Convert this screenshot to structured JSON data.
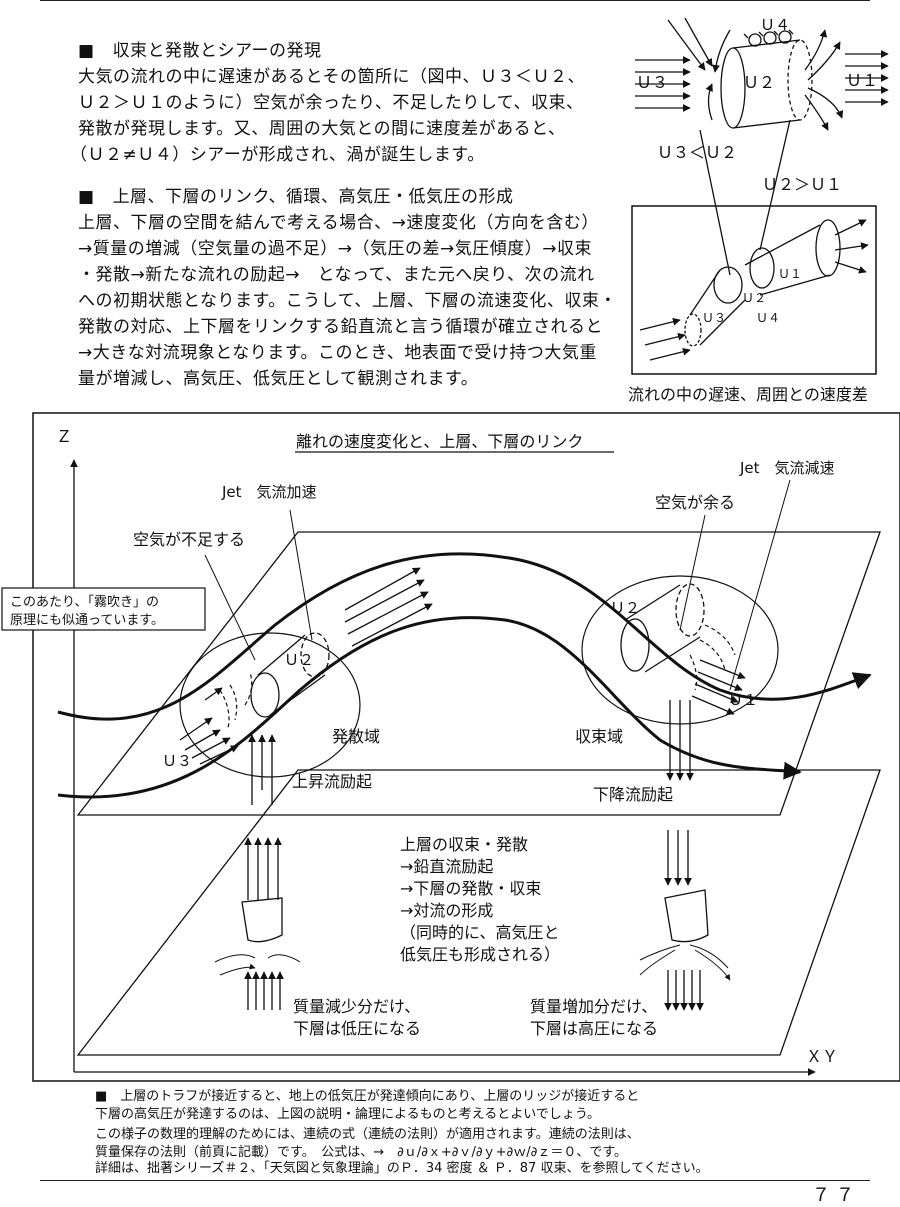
{
  "section1": {
    "title": "収束と発散とシアーの発現",
    "lines": [
      "大気の流れの中に遅速があるとその箇所に（図中、Ｕ３＜Ｕ２、",
      "Ｕ２＞Ｕ１のように）空気が余ったり、不足したりして、収束、",
      "発散が発現します。又、周囲の大気との間に速度差があると、",
      "（Ｕ２≠Ｕ４）シアーが形成され、渦が誕生します。"
    ]
  },
  "section2": {
    "title": "上層、下層のリンク、循環、高気圧・低気圧の形成",
    "lines": [
      "上層、下層の空間を結んで考える場合、→速度変化（方向を含む）",
      "→質量の増減（空気量の過不足）→（気圧の差→気圧傾度）→収束",
      "・発散→新たな流れの励起→　となって、また元へ戻り、次の流れ",
      "への初期状態となります。こうして、上層、下層の流速変化、収束・",
      "発散の対応、上下層をリンクする鉛直流と言う循環が確立されると",
      "→大きな対流現象となります。このとき、地表面で受け持つ大気重",
      "量が増減し、高気圧、低気圧として観測されます。"
    ]
  },
  "top_diagram": {
    "u4": "Ｕ４",
    "u3": "Ｕ３",
    "u2": "Ｕ２",
    "u1": "Ｕ１",
    "rel1": "Ｕ３＜Ｕ２",
    "rel2": "Ｕ２＞Ｕ１",
    "box_u1": "Ｕ１",
    "box_u2": "Ｕ２",
    "box_u3": "Ｕ３",
    "box_u4": "Ｕ４",
    "caption": "流れの中の遅速、周囲との速度差"
  },
  "main_diagram": {
    "axis_z": "Ｚ",
    "axis_xy": "ＸＹ",
    "title": "離れの速度変化と、上層、下層のリンク",
    "jet_accel": "Jet　気流加速",
    "jet_decel": "Jet　気流減速",
    "air_short": "空気が不足する",
    "air_excess": "空気が余る",
    "note_line1": "このあたり、「霧吹き」の",
    "note_line2": "原理にも似通っています。",
    "u2_left": "Ｕ２",
    "u3_left": "Ｕ３",
    "u2_right": "Ｕ２",
    "u1_right": "Ｕ１",
    "divergence": "発散域",
    "convergence": "収束域",
    "updraft": "上昇流励起",
    "downdraft": "下降流励起",
    "center_lines": [
      "上層の収束・発散",
      "→鉛直流励起",
      "→下層の発散・収束",
      "→対流の形成",
      "（同時的に、高気圧と",
      "低気圧も形成される）"
    ],
    "low_line1": "質量減少分だけ、",
    "low_line2": "下層は低圧になる",
    "high_line1": "質量増加分だけ、",
    "high_line2": "下層は高圧になる"
  },
  "footer": {
    "lines": [
      "■　上層のトラフが接近すると、地上の低気圧が発達傾向にあり、上層のリッジが接近すると",
      "下層の高気圧が発達するのは、上図の説明・論理によるものと考えるとよいでしょう。",
      "この様子の数理的理解のためには、連続の式（連続の法則）が適用されます。連続の法則は、",
      "質量保存の法則（前頁に記載）です。　公式は、→　∂ｕ/∂ｘ+∂ｖ/∂ｙ+∂ｗ/∂ｚ＝０、です。",
      "詳細は、拙著シリーズ＃２、「天気図と気象理論」のＰ．34 密度 ＆ Ｐ．87 収束、を参照してください。"
    ]
  },
  "page_number": "７７"
}
